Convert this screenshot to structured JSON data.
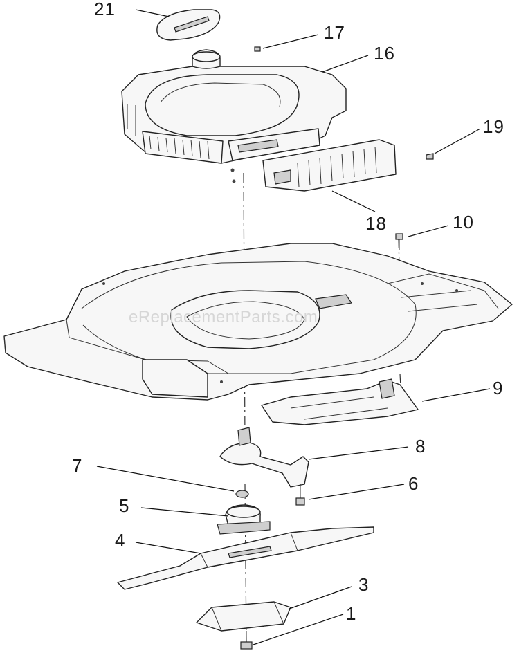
{
  "watermark": "eReplacementParts.com",
  "callouts": [
    {
      "key": "21",
      "label": "21"
    },
    {
      "key": "17",
      "label": "17"
    },
    {
      "key": "16",
      "label": "16"
    },
    {
      "key": "19",
      "label": "19"
    },
    {
      "key": "18",
      "label": "18"
    },
    {
      "key": "10",
      "label": "10"
    },
    {
      "key": "9",
      "label": "9"
    },
    {
      "key": "8",
      "label": "8"
    },
    {
      "key": "7",
      "label": "7"
    },
    {
      "key": "6",
      "label": "6"
    },
    {
      "key": "5",
      "label": "5"
    },
    {
      "key": "4",
      "label": "4"
    },
    {
      "key": "3",
      "label": "3"
    },
    {
      "key": "1",
      "label": "1"
    }
  ]
}
